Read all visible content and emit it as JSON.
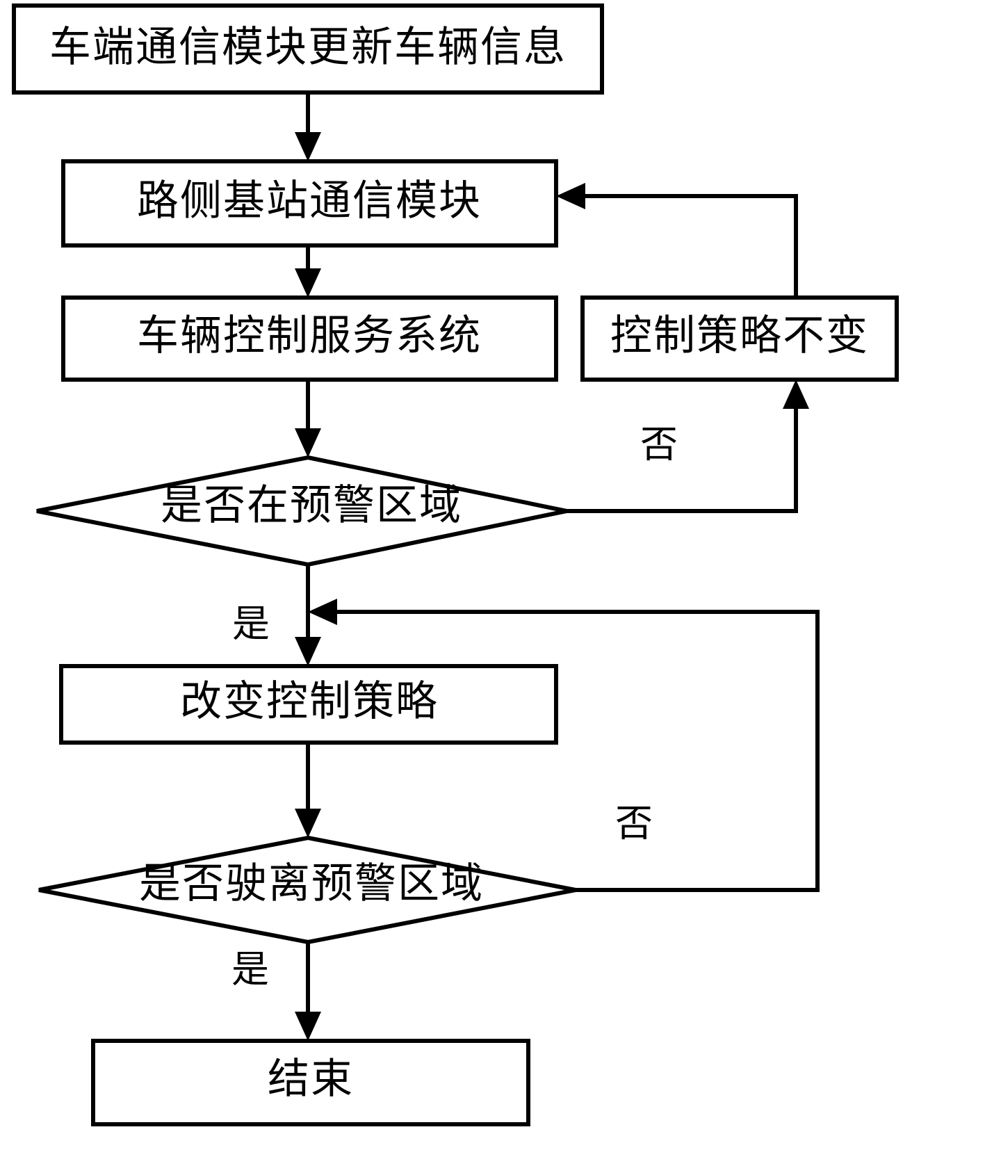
{
  "diagram": {
    "type": "flowchart",
    "title": "",
    "background_color": "#ffffff",
    "line_color": "#000000",
    "nodes": [
      {
        "id": "start",
        "shape": "process",
        "label": "车端通信模块更新车辆信息"
      },
      {
        "id": "roadside",
        "shape": "process",
        "label": "路侧基站通信模块"
      },
      {
        "id": "service",
        "shape": "process",
        "label": "车辆控制服务系统"
      },
      {
        "id": "keep_policy",
        "shape": "process",
        "label": "控制策略不变"
      },
      {
        "id": "in_zone",
        "shape": "decision",
        "label": "是否在预警区域"
      },
      {
        "id": "change_policy",
        "shape": "process",
        "label": "改变控制策略"
      },
      {
        "id": "left_zone",
        "shape": "decision",
        "label": "是否驶离预警区域"
      },
      {
        "id": "end",
        "shape": "process",
        "label": "结束"
      }
    ],
    "edges": [
      {
        "from": "start",
        "to": "roadside",
        "label": ""
      },
      {
        "from": "roadside",
        "to": "service",
        "label": ""
      },
      {
        "from": "service",
        "to": "in_zone",
        "label": ""
      },
      {
        "from": "in_zone",
        "to": "keep_policy",
        "label": "否"
      },
      {
        "from": "keep_policy",
        "to": "roadside",
        "label": ""
      },
      {
        "from": "in_zone",
        "to": "change_policy",
        "label": "是"
      },
      {
        "from": "change_policy",
        "to": "left_zone",
        "label": ""
      },
      {
        "from": "left_zone",
        "to": "change_policy",
        "label": "否"
      },
      {
        "from": "left_zone",
        "to": "end",
        "label": "是"
      }
    ],
    "edge_labels": {
      "no_upper": "否",
      "yes_upper": "是",
      "no_lower": "否",
      "yes_lower": "是"
    }
  }
}
